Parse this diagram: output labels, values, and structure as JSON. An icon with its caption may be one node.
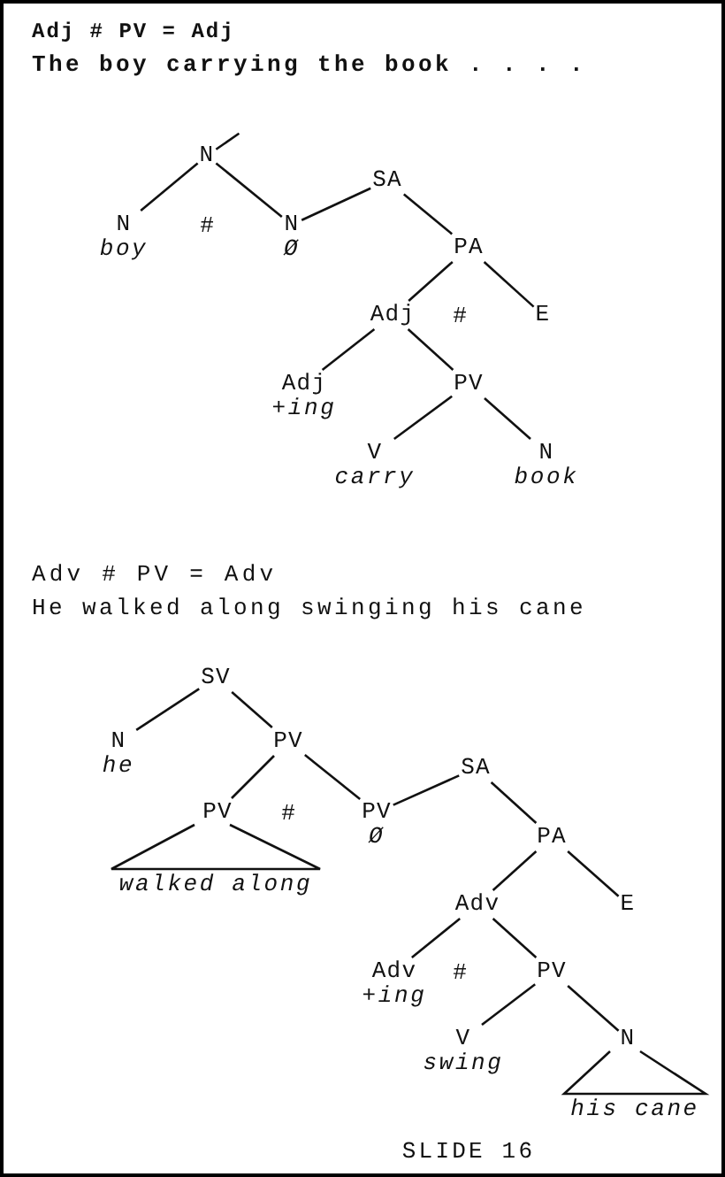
{
  "diagram": {
    "caption": "SLIDE 16",
    "nodes": [
      {
        "text": [
          "N"
        ]
      },
      {
        "text": [
          "SA"
        ]
      },
      {
        "text": [
          "N",
          "boy"
        ]
      },
      {
        "text": [
          "N",
          "Ø"
        ]
      },
      {
        "text": [
          "PA"
        ]
      },
      {
        "text": [
          "Adj"
        ]
      },
      {
        "text": [
          "E"
        ]
      },
      {
        "text": [
          "Adj",
          "+ing"
        ]
      },
      {
        "text": [
          "PV"
        ]
      },
      {
        "text": [
          "V",
          "carry"
        ]
      },
      {
        "text": [
          "N",
          "book"
        ]
      },
      {
        "text": [
          "SV"
        ]
      },
      {
        "text": [
          "N",
          "he"
        ]
      },
      {
        "text": [
          "PV"
        ]
      },
      {
        "text": [
          "SA"
        ]
      },
      {
        "text": [
          "PV"
        ]
      },
      {
        "text": [
          "PV",
          "Ø"
        ]
      },
      {
        "text": [
          "walked along"
        ]
      },
      {
        "text": [
          "PA"
        ]
      },
      {
        "text": [
          "Adv"
        ]
      },
      {
        "text": [
          "E"
        ]
      },
      {
        "text": [
          "Adv",
          "+ing"
        ]
      },
      {
        "text": [
          "PV"
        ]
      },
      {
        "text": [
          "V",
          "swing"
        ]
      },
      {
        "text": [
          "N"
        ]
      },
      {
        "text": [
          "his cane"
        ]
      }
    ],
    "edges": [
      {
        "from": 0,
        "to": 2,
        "arrow": "none"
      },
      {
        "from": 0,
        "to": 3,
        "arrow": "none"
      },
      {
        "from": 1,
        "to": 3,
        "arrow": "none"
      },
      {
        "from": 1,
        "to": 4,
        "arrow": "none"
      },
      {
        "from": 4,
        "to": 5,
        "arrow": "none"
      },
      {
        "from": 4,
        "to": 6,
        "arrow": "none"
      },
      {
        "from": 5,
        "to": 7,
        "arrow": "none"
      },
      {
        "from": 5,
        "to": 8,
        "arrow": "none"
      },
      {
        "from": 8,
        "to": 9,
        "arrow": "none"
      },
      {
        "from": 8,
        "to": 10,
        "arrow": "none"
      },
      {
        "from": 0,
        "to": null,
        "arrow": "none"
      },
      {
        "from": 11,
        "to": 12,
        "arrow": "none"
      },
      {
        "from": 11,
        "to": 13,
        "arrow": "none"
      },
      {
        "from": 13,
        "to": 15,
        "arrow": "none"
      },
      {
        "from": 13,
        "to": 16,
        "arrow": "none"
      },
      {
        "from": 14,
        "to": 16,
        "arrow": "none"
      },
      {
        "from": 14,
        "to": 18,
        "arrow": "none"
      },
      {
        "from": 18,
        "to": 19,
        "arrow": "none"
      },
      {
        "from": 18,
        "to": 20,
        "arrow": "none"
      },
      {
        "from": 19,
        "to": 21,
        "arrow": "none"
      },
      {
        "from": 19,
        "to": 22,
        "arrow": "none"
      },
      {
        "from": 22,
        "to": 23,
        "arrow": "none"
      },
      {
        "from": 22,
        "to": 24,
        "arrow": "none"
      }
    ],
    "labels": [
      "Adj # PV = Adj",
      "The boy carrying the book . . . .",
      "#",
      "#",
      "Adv # PV = Adv",
      "He walked along swinging his cane",
      "#",
      "#"
    ]
  }
}
